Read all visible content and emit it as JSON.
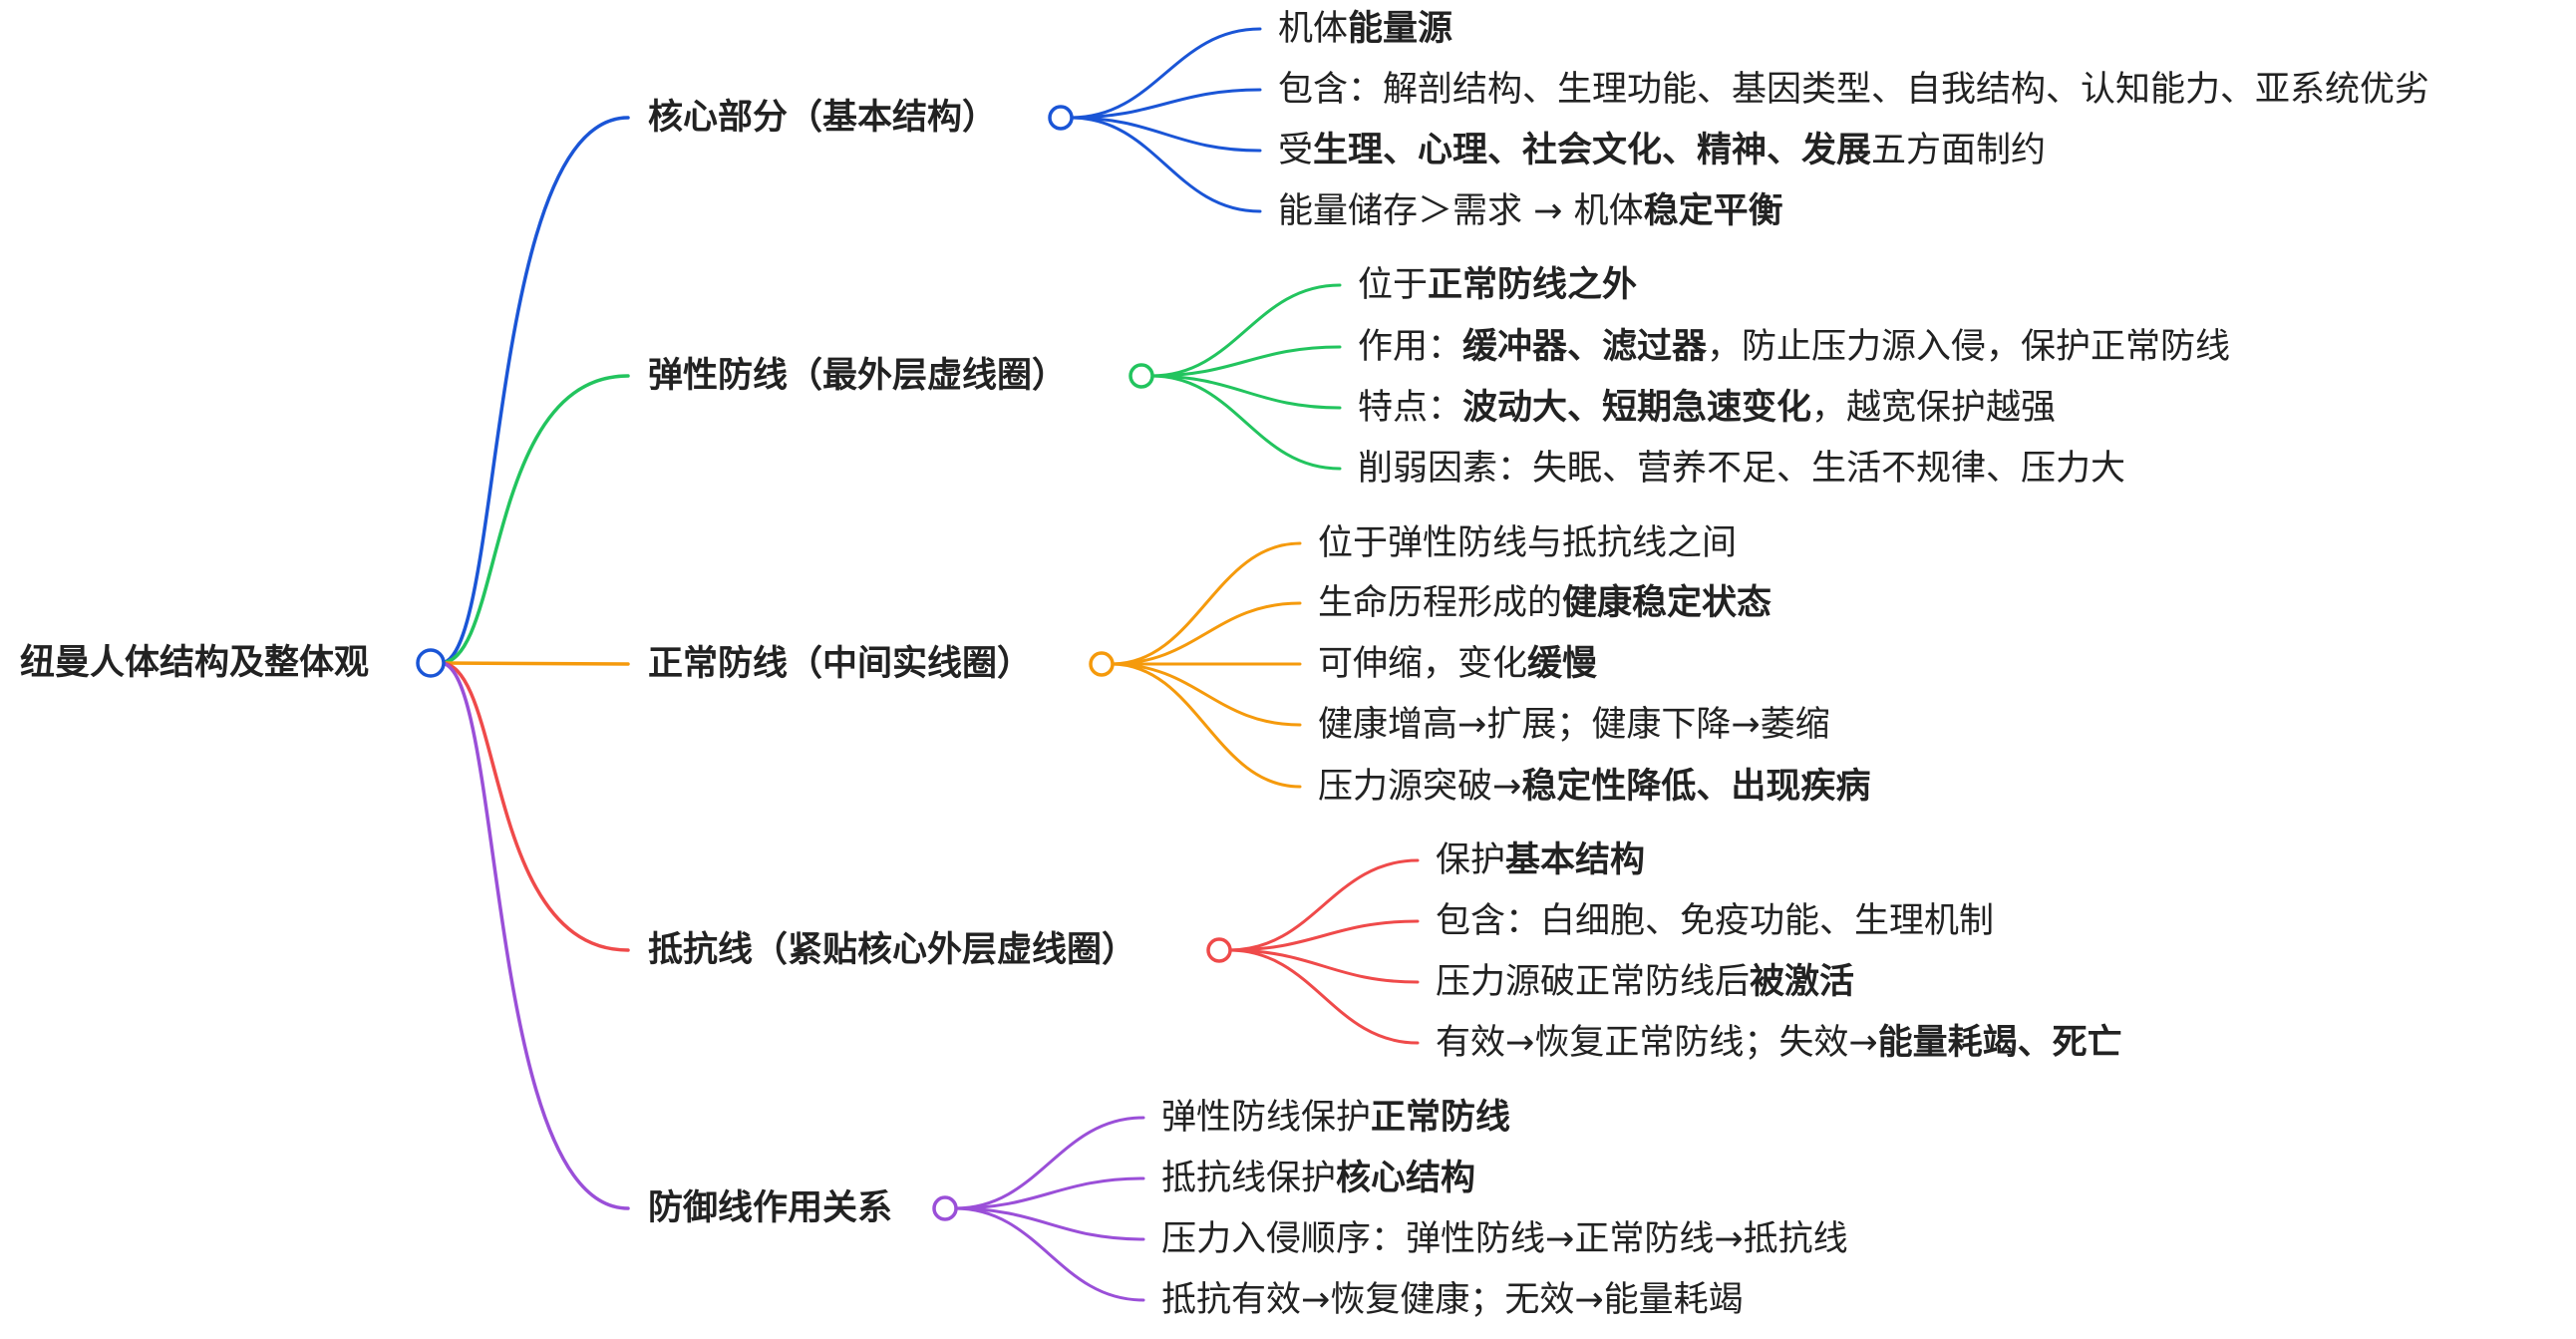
{
  "root": {
    "label": "纽曼人体结构及整体观",
    "color": "#1a55d6"
  },
  "branches": [
    {
      "id": "core",
      "label": "核心部分（基本结构）",
      "color": "#1a55d6",
      "items": [
        [
          {
            "t": "机体"
          },
          {
            "t": "能量源",
            "b": true
          }
        ],
        [
          {
            "t": "包含：解剖结构、生理功能、基因类型、自我结构、认知能力、亚系统优劣"
          }
        ],
        [
          {
            "t": "受"
          },
          {
            "t": "生理、心理、社会文化、精神、发展",
            "b": true
          },
          {
            "t": "五方面制约"
          }
        ],
        [
          {
            "t": "能量储存＞需求 → 机体"
          },
          {
            "t": "稳定平衡",
            "b": true
          }
        ]
      ]
    },
    {
      "id": "flexible-line",
      "label": "弹性防线（最外层虚线圈）",
      "color": "#22c45e",
      "items": [
        [
          {
            "t": "位于"
          },
          {
            "t": "正常防线之外",
            "b": true
          }
        ],
        [
          {
            "t": "作用："
          },
          {
            "t": "缓冲器、滤过器",
            "b": true
          },
          {
            "t": "，防止压力源入侵，保护正常防线"
          }
        ],
        [
          {
            "t": "特点："
          },
          {
            "t": "波动大、短期急速变化",
            "b": true
          },
          {
            "t": "，越宽保护越强"
          }
        ],
        [
          {
            "t": "削弱因素：失眠、营养不足、生活不规律、压力大"
          }
        ]
      ]
    },
    {
      "id": "normal-line",
      "label": "正常防线（中间实线圈）",
      "color": "#f59a0c",
      "items": [
        [
          {
            "t": "位于弹性防线与抵抗线之间"
          }
        ],
        [
          {
            "t": "生命历程形成的"
          },
          {
            "t": "健康稳定状态",
            "b": true
          }
        ],
        [
          {
            "t": "可伸缩，变化"
          },
          {
            "t": "缓慢",
            "b": true
          }
        ],
        [
          {
            "t": "健康增高→扩展；健康下降→萎缩"
          }
        ],
        [
          {
            "t": "压力源突破→"
          },
          {
            "t": "稳定性降低、出现疾病",
            "b": true
          }
        ]
      ]
    },
    {
      "id": "resistance-line",
      "label": "抵抗线（紧贴核心外层虚线圈）",
      "color": "#ef4a4a",
      "items": [
        [
          {
            "t": "保护"
          },
          {
            "t": "基本结构",
            "b": true
          }
        ],
        [
          {
            "t": "包含：白细胞、免疫功能、生理机制"
          }
        ],
        [
          {
            "t": "压力源破正常防线后"
          },
          {
            "t": "被激活",
            "b": true
          }
        ],
        [
          {
            "t": "有效→恢复正常防线；失效→"
          },
          {
            "t": "能量耗竭、死亡",
            "b": true
          }
        ]
      ]
    },
    {
      "id": "defense-relations",
      "label": "防御线作用关系",
      "color": "#9a4fd8",
      "items": [
        [
          {
            "t": "弹性防线保护"
          },
          {
            "t": "正常防线",
            "b": true
          }
        ],
        [
          {
            "t": "抵抗线保护"
          },
          {
            "t": "核心结构",
            "b": true
          }
        ],
        [
          {
            "t": "压力入侵顺序：弹性防线→正常防线→抵抗线"
          }
        ],
        [
          {
            "t": "抵抗有效→恢复健康；无效→能量耗竭"
          }
        ]
      ]
    }
  ]
}
